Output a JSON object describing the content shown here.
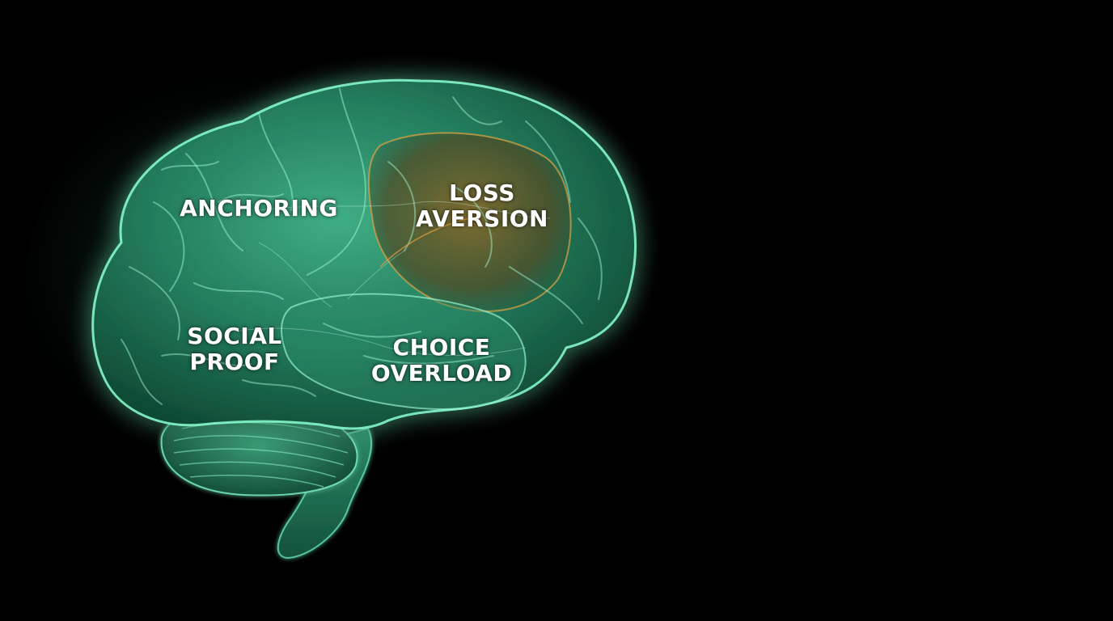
{
  "scene": {
    "background_color": "#000000",
    "brain_glow_color": "#2ee59a",
    "brain_fill_color": "#1f7a5a",
    "highlight_region_color": "#c8862a",
    "icon": "brain-illustration"
  },
  "labels": {
    "anchoring": [
      "ANCHORING"
    ],
    "loss_aversion": [
      "LOSS",
      "AVERSION"
    ],
    "social_proof": [
      "SOCIAL",
      "PROOF"
    ],
    "choice_overload": [
      "CHOICE",
      "OVERLOAD"
    ]
  }
}
